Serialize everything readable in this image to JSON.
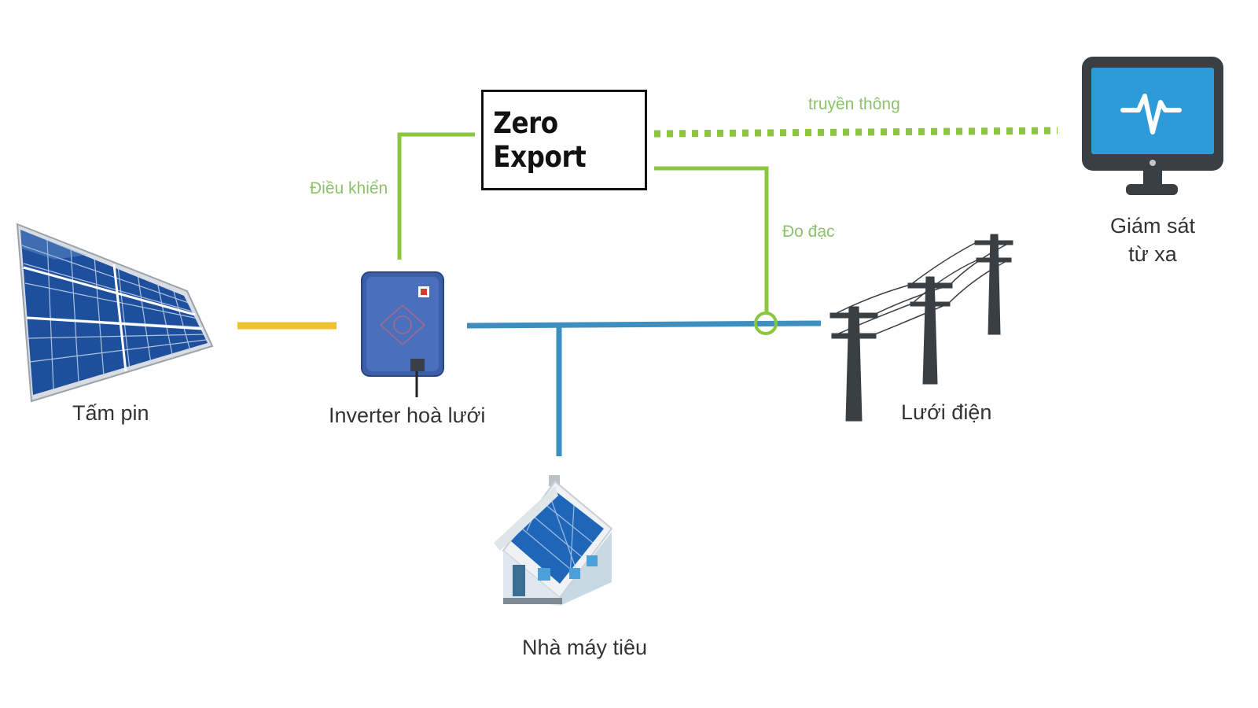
{
  "diagram": {
    "control_box": {
      "label": "Zero Export"
    },
    "edges": {
      "control": "Điều khiển",
      "communication": "truyền thông",
      "measure": "Đo đạc"
    },
    "nodes": {
      "solar_panel": "Tấm pin",
      "inverter": "Inverter hoà lưới",
      "grid": "Lưới điện",
      "consumer": "Nhà máy tiêu",
      "monitor_line1": "Giám sát",
      "monitor_line2": "từ xa"
    },
    "icons": [
      "solar-panel-icon",
      "inverter-icon",
      "power-pylon-icon",
      "house-icon",
      "monitor-icon"
    ],
    "colors": {
      "control_line": "#8cc63f",
      "dc_line": "#f2c12e",
      "ac_line": "#3e8fc0",
      "label_green": "#8cc26a"
    }
  }
}
